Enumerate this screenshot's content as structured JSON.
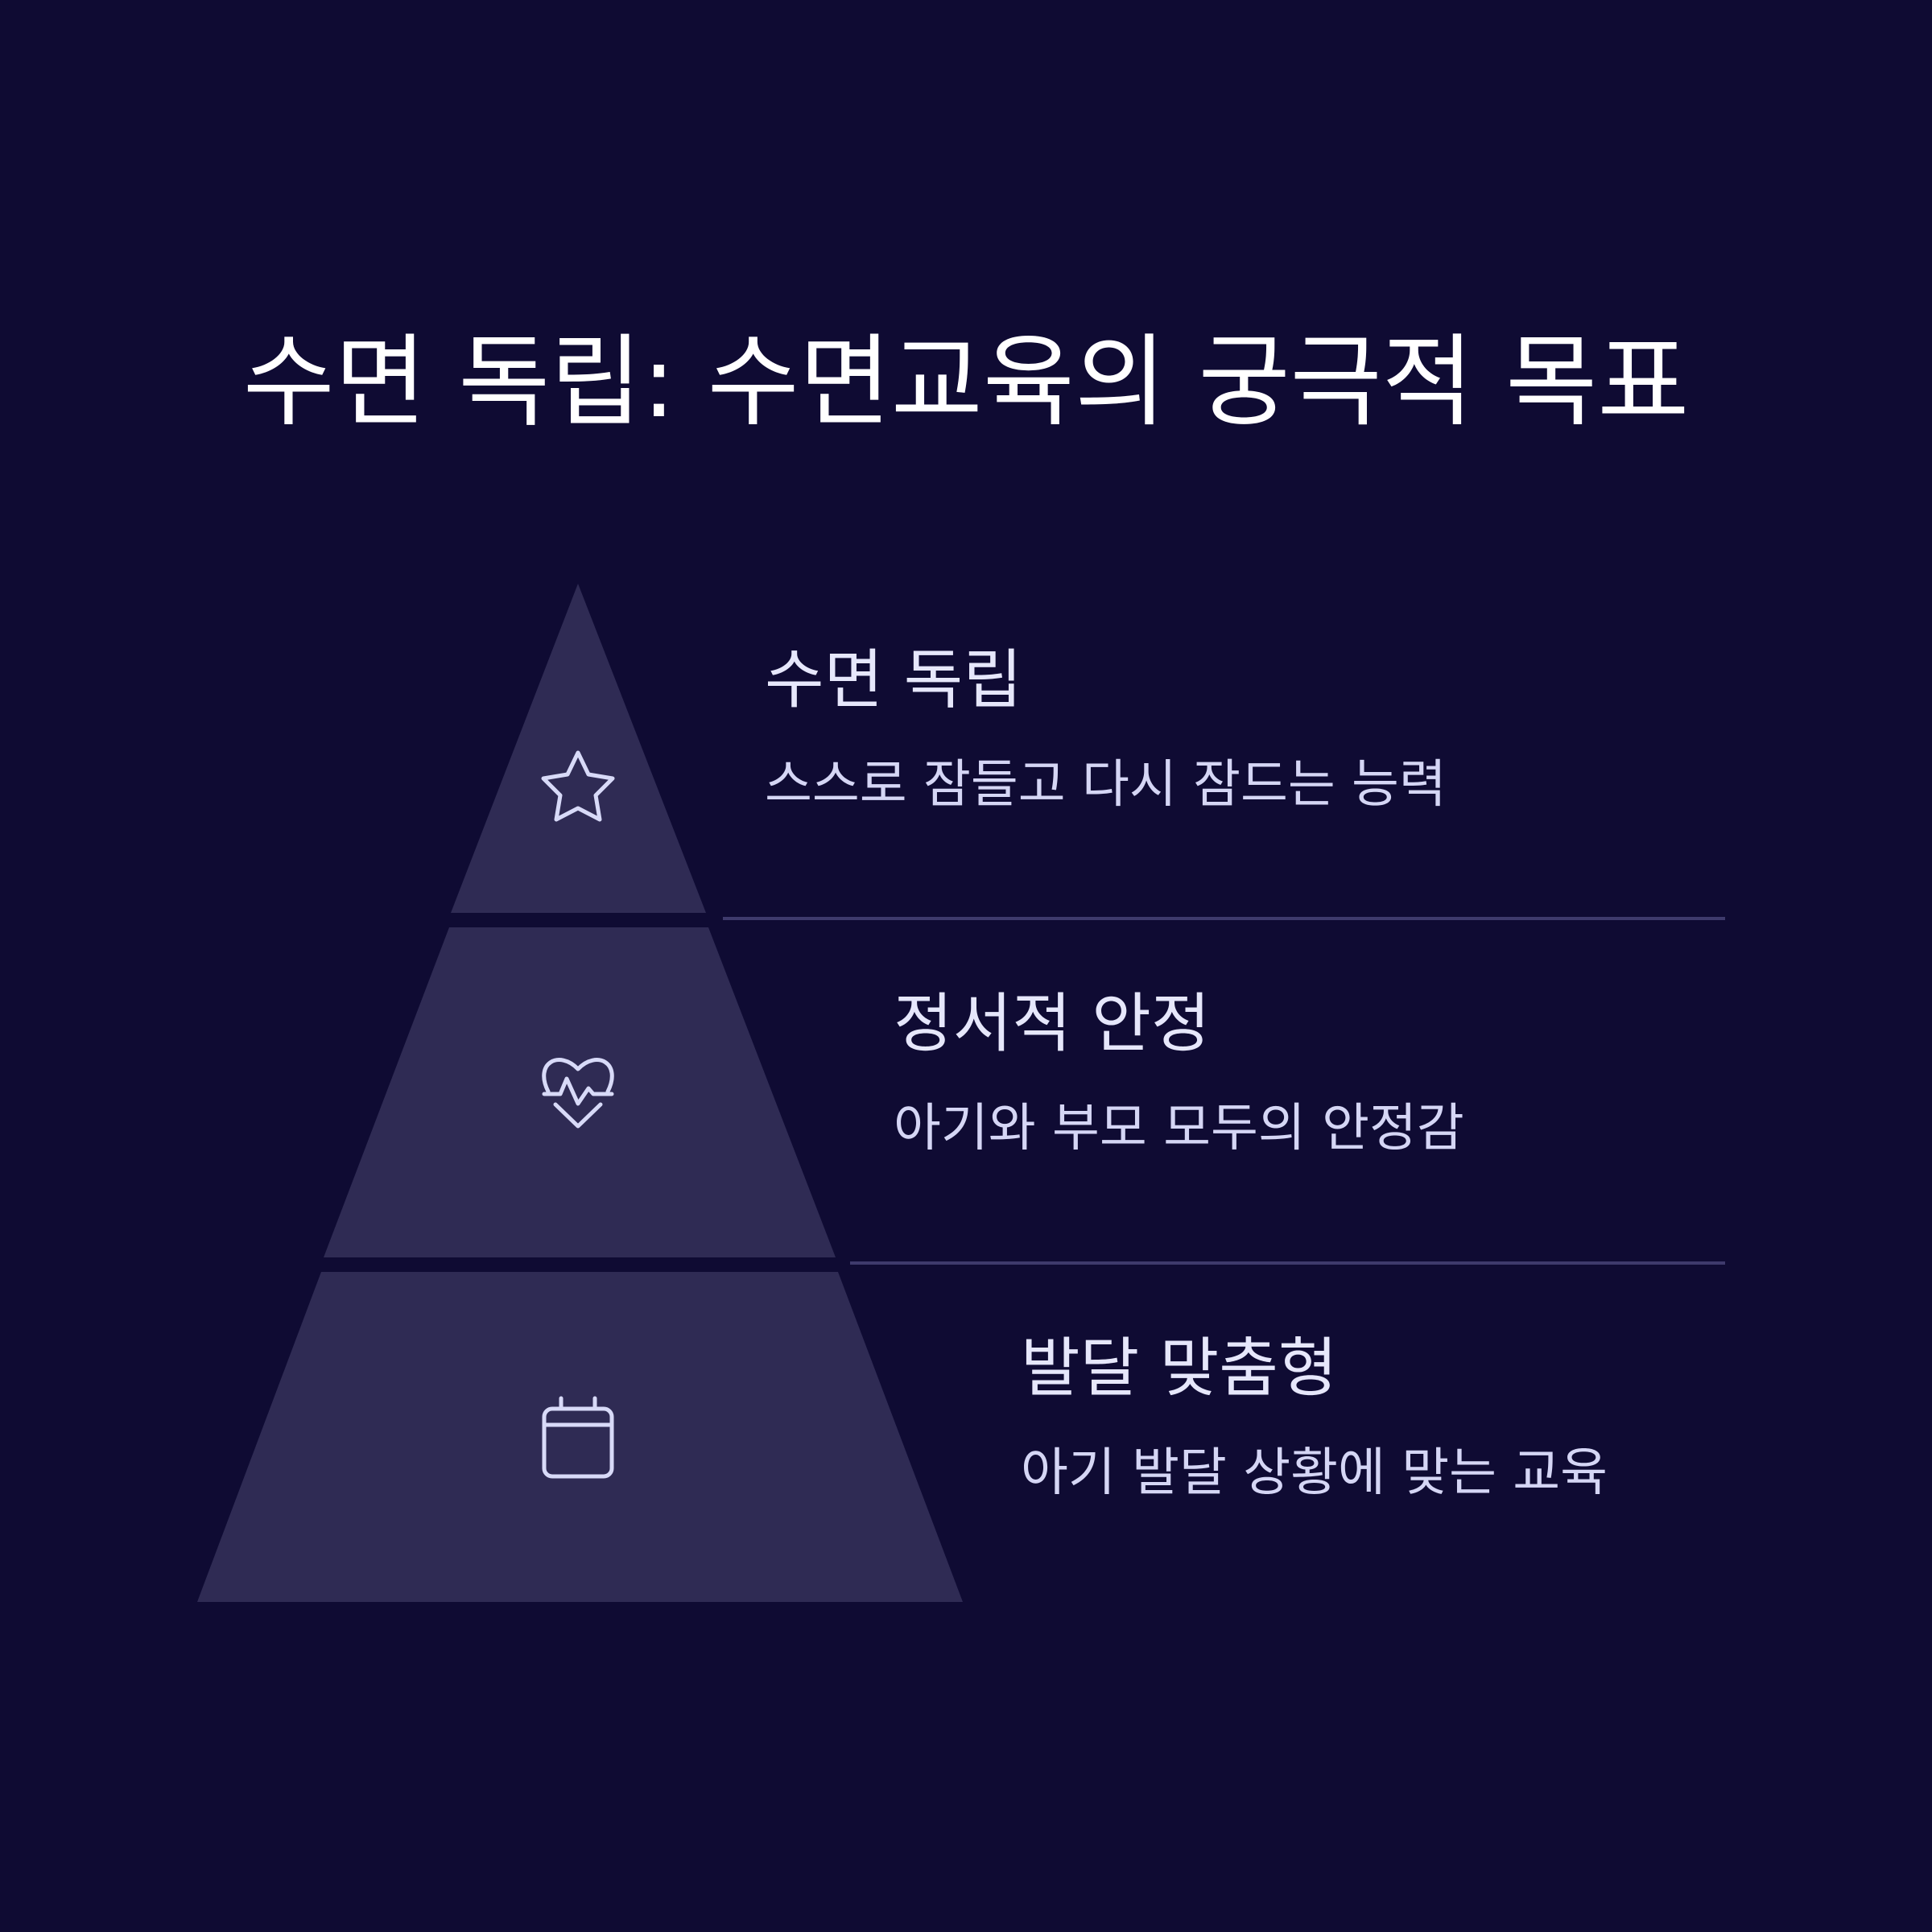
{
  "title": "수면 독립: 수면교육의 궁극적 목표",
  "tiers": [
    {
      "heading": "수면 독립",
      "description": "스스로 잠들고 다시 잠드는 능력",
      "icon": "star-icon"
    },
    {
      "heading": "정서적 안정",
      "description": "아기와 부모 모두의 안정감",
      "icon": "heart-pulse-icon"
    },
    {
      "heading": "발달 맞춤형",
      "description": "아기 발달 상황에 맞는 교육",
      "icon": "calendar-icon"
    }
  ],
  "colors": {
    "background": "#0f0b33",
    "tier_fill": "#2f2b54",
    "divider": "#3e3a6c",
    "icon_stroke": "#d8daf8",
    "title_text": "#ffffff"
  }
}
